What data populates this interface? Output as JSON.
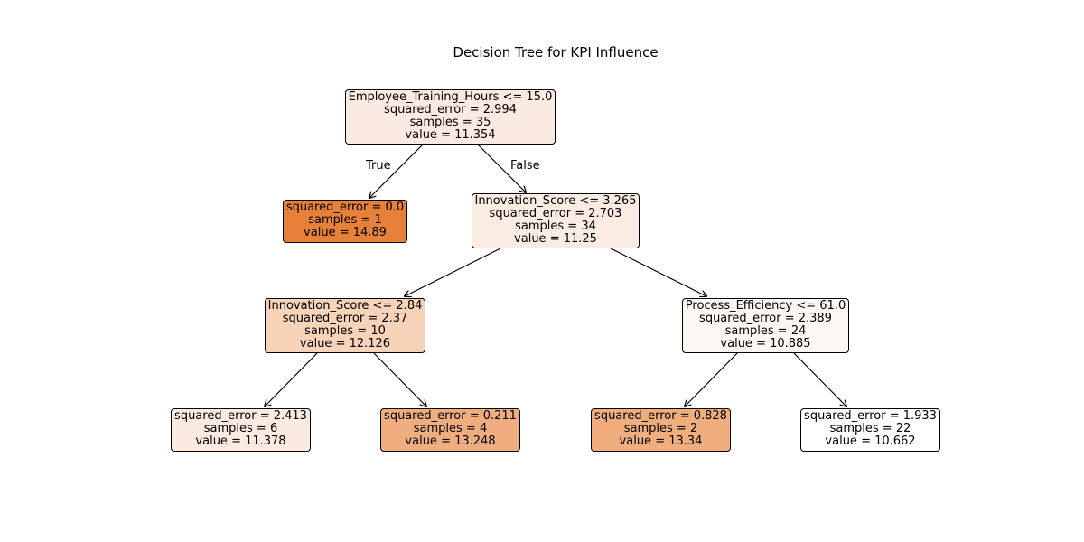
{
  "title": "Decision Tree for KPI Influence",
  "colors": {
    "root": "#fbeae1",
    "leaf_left": "#e78139",
    "inner": "#fbece3",
    "node_l2": "#f7d3b9",
    "node_r2": "#fdf7f3",
    "leaf_1": "#fbeae0",
    "leaf_2": "#f0ad7f",
    "leaf_3": "#f0ad7e",
    "leaf_4": "#ffffff"
  },
  "edge_labels": {
    "true_label": "True",
    "false_label": "False"
  },
  "nodes": [
    {
      "id": "root",
      "lines": [
        "Employee_Training_Hours <= 15.0",
        "squared_error = 2.994",
        "samples = 35",
        "value = 11.354"
      ]
    },
    {
      "id": "leaf_left",
      "lines": [
        "squared_error = 0.0",
        "samples = 1",
        "value = 14.89"
      ]
    },
    {
      "id": "inner",
      "lines": [
        "Innovation_Score <= 3.265",
        "squared_error = 2.703",
        "samples = 34",
        "value = 11.25"
      ]
    },
    {
      "id": "node_l2",
      "lines": [
        "Innovation_Score <= 2.84",
        "squared_error = 2.37",
        "samples = 10",
        "value = 12.126"
      ]
    },
    {
      "id": "node_r2",
      "lines": [
        "Process_Efficiency <= 61.0",
        "squared_error = 2.389",
        "samples = 24",
        "value = 10.885"
      ]
    },
    {
      "id": "leaf_1",
      "lines": [
        "squared_error = 2.413",
        "samples = 6",
        "value = 11.378"
      ]
    },
    {
      "id": "leaf_2",
      "lines": [
        "squared_error = 0.211",
        "samples = 4",
        "value = 13.248"
      ]
    },
    {
      "id": "leaf_3",
      "lines": [
        "squared_error = 0.828",
        "samples = 2",
        "value = 13.34"
      ]
    },
    {
      "id": "leaf_4",
      "lines": [
        "squared_error = 1.933",
        "samples = 22",
        "value = 10.662"
      ]
    }
  ]
}
